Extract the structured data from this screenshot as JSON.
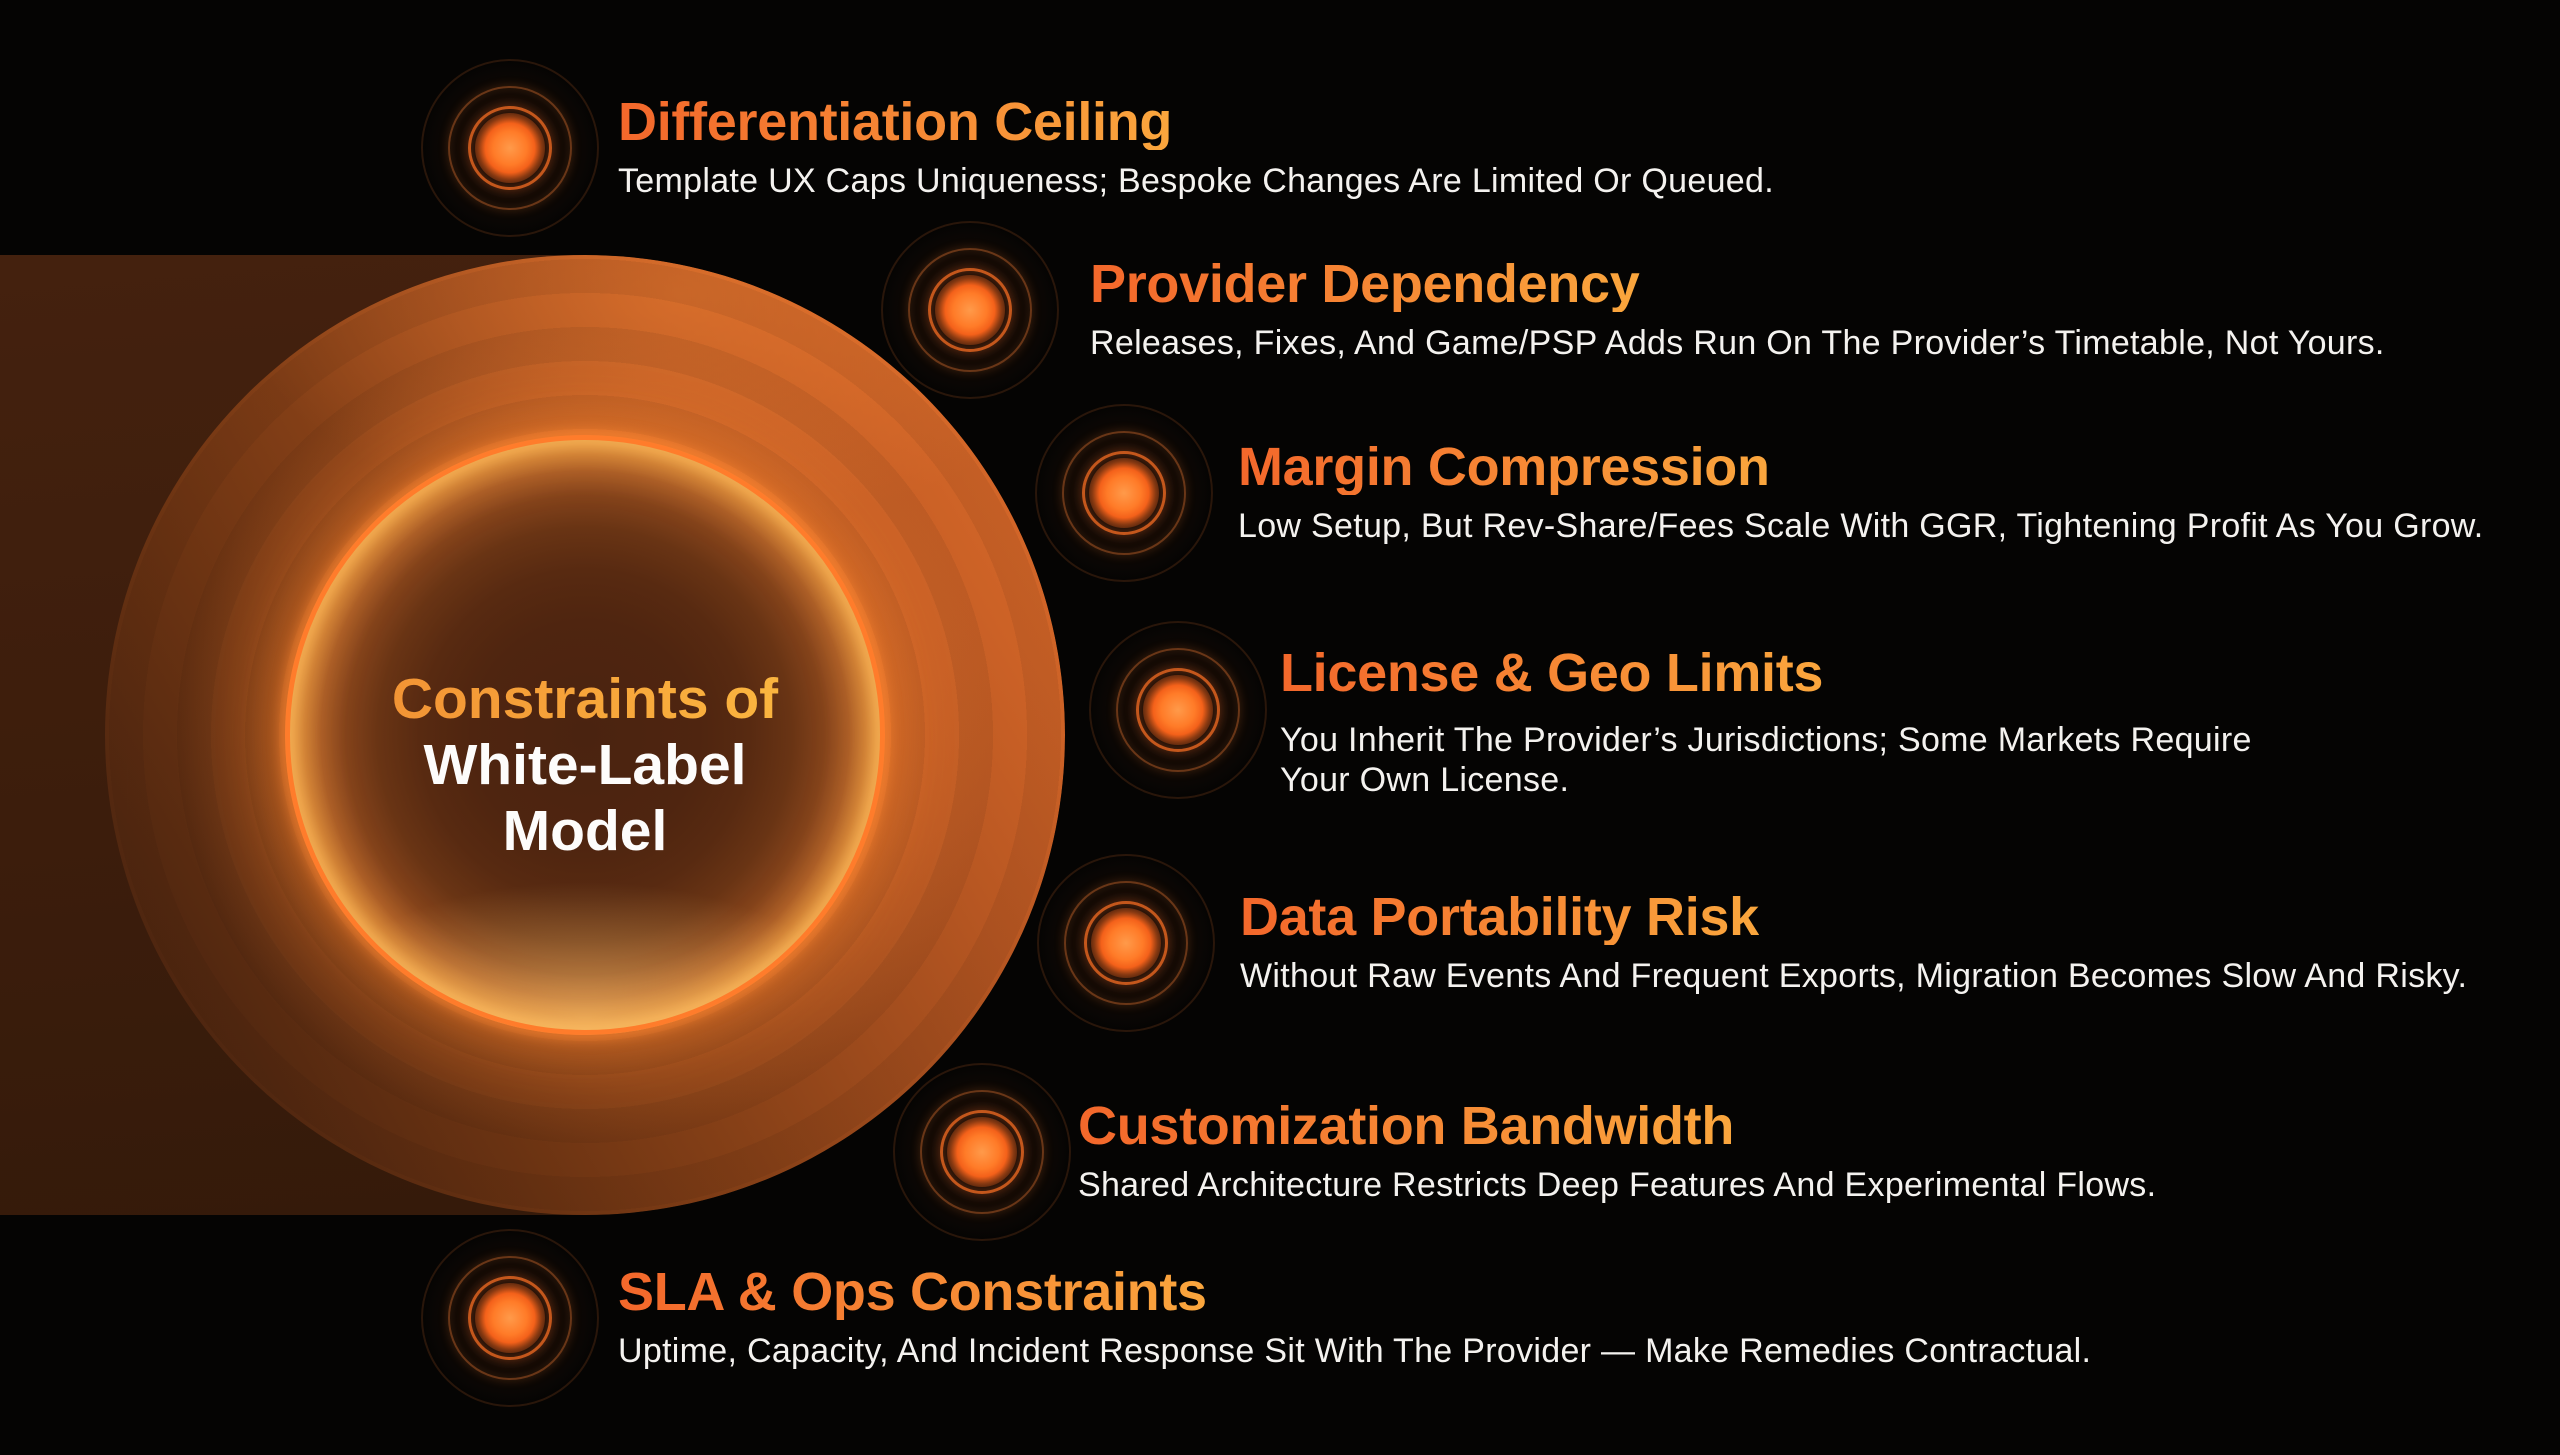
{
  "center": {
    "line1": "Constraints of",
    "line2": "White-Label",
    "line3": "Model"
  },
  "colors": {
    "background": "#050403",
    "heading_gradient_start": "#f3672b",
    "heading_gradient_end": "#faa63d",
    "center_gold": "#fbb03c",
    "desc_text": "#f4f2ef",
    "ring": "#ff7c2b",
    "dot": "#ff7424",
    "circle_rim": "#d66829",
    "panel_brown": "#3c1d0c"
  },
  "items": [
    {
      "title": "Differentiation Ceiling",
      "desc": "Template UX Caps Uniqueness; Bespoke Changes Are Limited Or Queued."
    },
    {
      "title": "Provider Dependency",
      "desc": "Releases, Fixes, And Game/PSP Adds Run On The Provider’s Timetable, Not Yours."
    },
    {
      "title": "Margin Compression",
      "desc": "Low Setup, But Rev-Share/Fees Scale With GGR, Tightening Profit As You Grow."
    },
    {
      "title": "License & Geo Limits",
      "desc": "You Inherit The Provider’s Jurisdictions; Some Markets Require\nYour Own License."
    },
    {
      "title": "Data Portability Risk",
      "desc": "Without Raw Events And Frequent Exports, Migration Becomes Slow And Risky."
    },
    {
      "title": "Customization Bandwidth",
      "desc": "Shared Architecture Restricts Deep Features And Experimental Flows."
    },
    {
      "title": "SLA & Ops Constraints",
      "desc": "Uptime, Capacity, And Incident Response Sit With The Provider — Make Remedies Contractual."
    }
  ]
}
